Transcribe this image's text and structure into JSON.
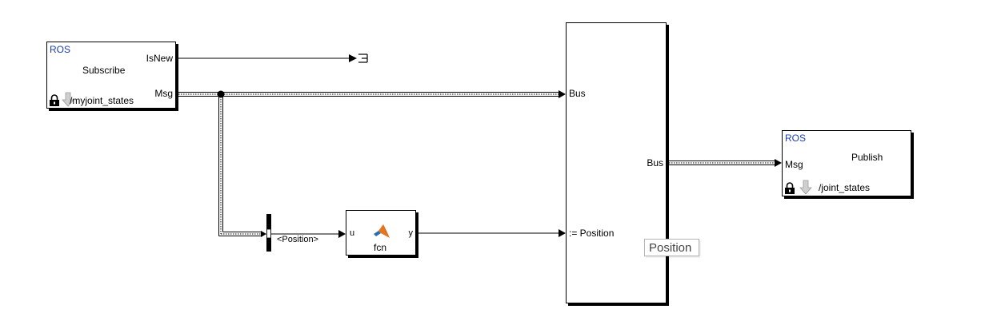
{
  "subscribe": {
    "ros": "ROS",
    "title": "Subscribe",
    "port_isnew": "IsNew",
    "port_msg": "Msg",
    "topic": "/myjoint_states"
  },
  "selector": {
    "signal_label": "<Position>"
  },
  "fcn": {
    "name": "fcn",
    "port_in": "u",
    "port_out": "y"
  },
  "assign": {
    "port_bus_in": "Bus",
    "port_position": ":= Position",
    "port_bus_out": "Bus"
  },
  "publish": {
    "ros": "ROS",
    "title": "Publish",
    "port_msg": "Msg",
    "topic": "/joint_states"
  },
  "tooltip": {
    "text": "Position"
  },
  "icons": [
    "lock-icon",
    "down-arrow-icon",
    "matlab-logo-icon",
    "terminator-icon"
  ]
}
